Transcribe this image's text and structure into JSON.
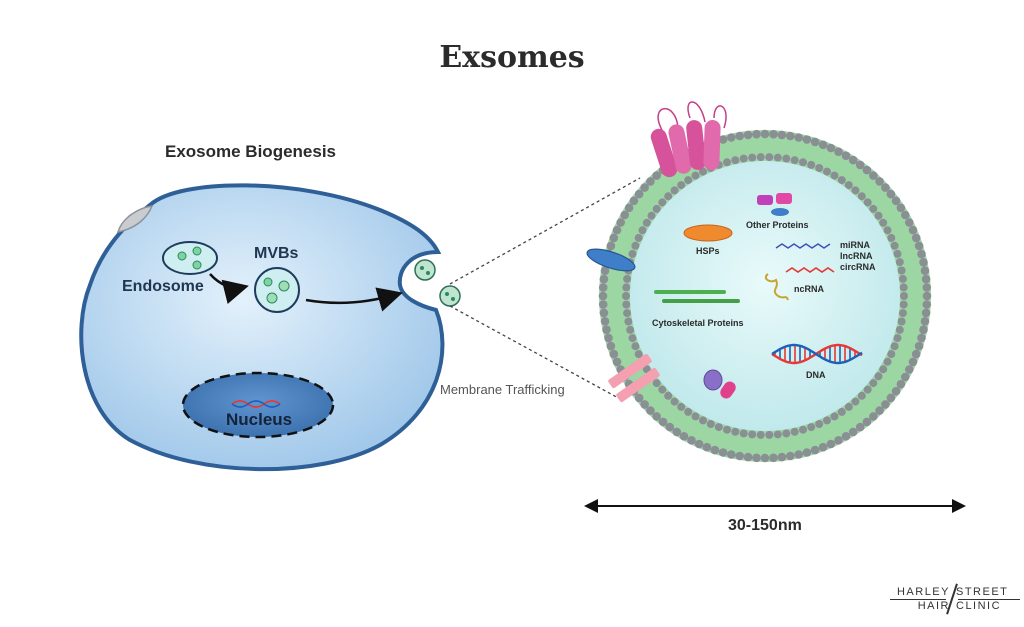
{
  "title": "Exsomes",
  "biogenesis": {
    "title": "Exosome Biogenesis",
    "endosome": "Endosome",
    "mvbs": "MVBs",
    "nucleus": "Nucleus"
  },
  "membrane_trafficking": "Membrane Trafficking",
  "exosome": {
    "hsps": "HSPs",
    "other_proteins": "Other Proteins",
    "mirna": "miRNA",
    "lncrna": "lncRNA",
    "circrna": "circRNA",
    "ncrna": "ncRNA",
    "cytoskeletal": "Cytoskeletal Proteins",
    "dna": "DNA"
  },
  "scale": "30-150nm",
  "logo": {
    "harley": "HARLEY",
    "street": "STREET",
    "hair": "HAIR",
    "clinic": "CLINIC"
  },
  "colors": {
    "cell_fill": "#aed0ee",
    "cell_stroke": "#2f5f97",
    "membrane_green": "#8fcf9a",
    "lipid_head": "#8a8f93",
    "lumen": "#c8ecf0",
    "receptor_pink": "#d6529a",
    "dna_red": "#e53935",
    "dna_blue": "#1e5fb8"
  }
}
